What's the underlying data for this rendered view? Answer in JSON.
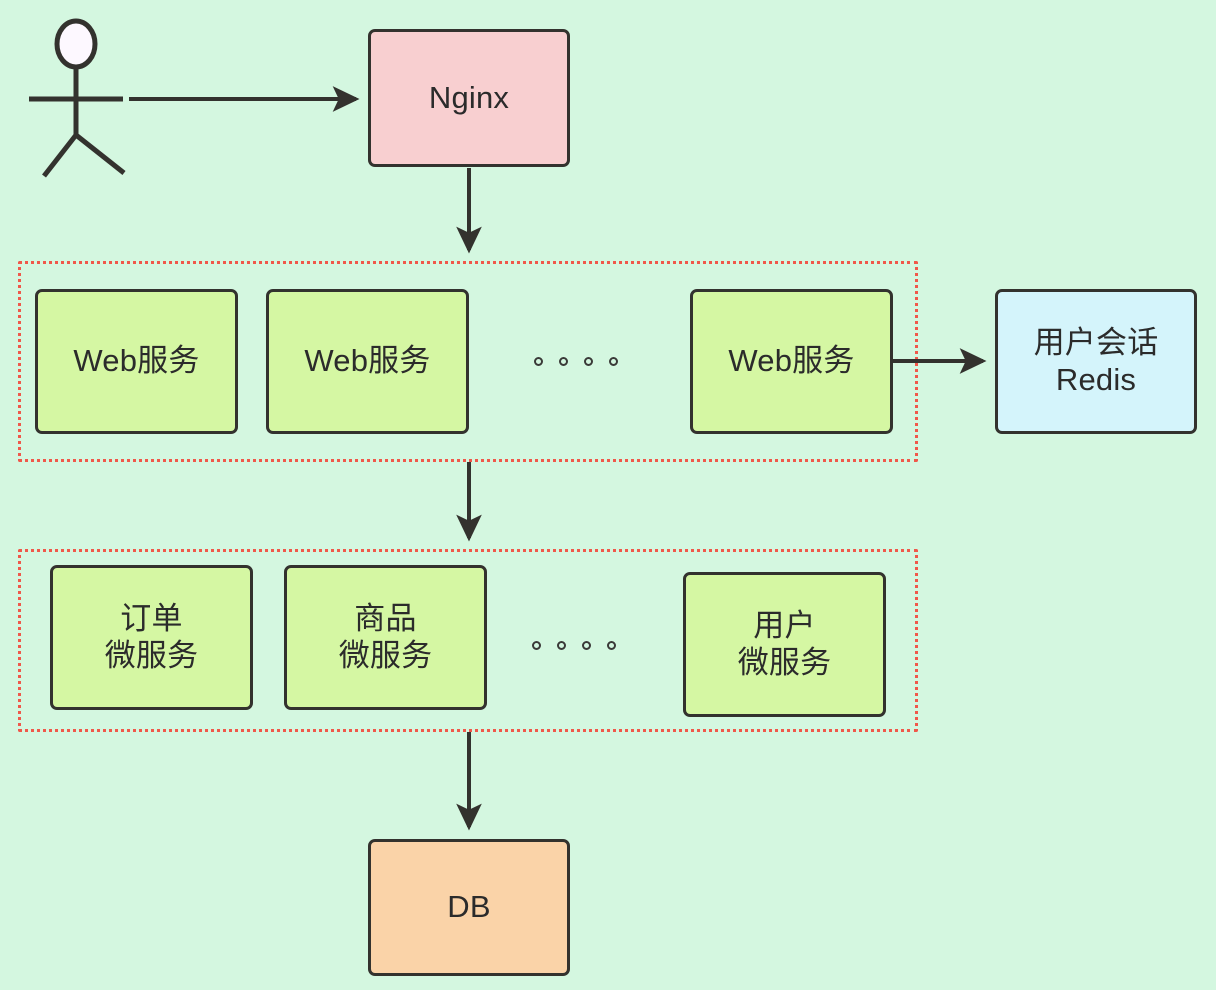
{
  "diagram": {
    "title": "Web Architecture Diagram",
    "background_color": "#d4f7e0",
    "actor": {
      "name": "user-actor",
      "label": ""
    },
    "nodes": {
      "nginx": {
        "label": "Nginx",
        "fill": "#f8cfd0",
        "stroke": "#33322e"
      },
      "redis": {
        "label": "用户会话\nRedis",
        "fill": "#d4f4fb",
        "stroke": "#33322e"
      },
      "db": {
        "label": "DB",
        "fill": "#fad3a8",
        "stroke": "#33322e"
      },
      "web1": {
        "label": "Web服务",
        "fill": "#d5f7a3",
        "stroke": "#33322e"
      },
      "web2": {
        "label": "Web服务",
        "fill": "#d5f7a3",
        "stroke": "#33322e"
      },
      "web3": {
        "label": "Web服务",
        "fill": "#d5f7a3",
        "stroke": "#33322e"
      },
      "ms_order": {
        "label": "订单\n微服务",
        "fill": "#d5f7a3",
        "stroke": "#33322e"
      },
      "ms_product": {
        "label": "商品\n微服务",
        "fill": "#d5f7a3",
        "stroke": "#33322e"
      },
      "ms_user": {
        "label": "用户\n微服务",
        "fill": "#d5f7a3",
        "stroke": "#33322e"
      }
    },
    "groups": {
      "web_tier": {
        "name": "web-service-tier",
        "border_color": "#f0584a",
        "border_style": "dotted"
      },
      "microservice_tier": {
        "name": "microservice-tier",
        "border_color": "#f0584a",
        "border_style": "dotted"
      }
    },
    "ellipsis": {
      "web_row": "○ ○ ○ ○",
      "ms_row": "○ ○ ○ ○",
      "dot_count": 4
    },
    "edges": [
      {
        "from": "user-actor",
        "to": "nginx",
        "direction": "right"
      },
      {
        "from": "nginx",
        "to": "web-service-tier",
        "direction": "down"
      },
      {
        "from": "web3",
        "to": "redis",
        "direction": "right"
      },
      {
        "from": "web-service-tier",
        "to": "microservice-tier",
        "direction": "down"
      },
      {
        "from": "microservice-tier",
        "to": "db",
        "direction": "down"
      }
    ]
  }
}
